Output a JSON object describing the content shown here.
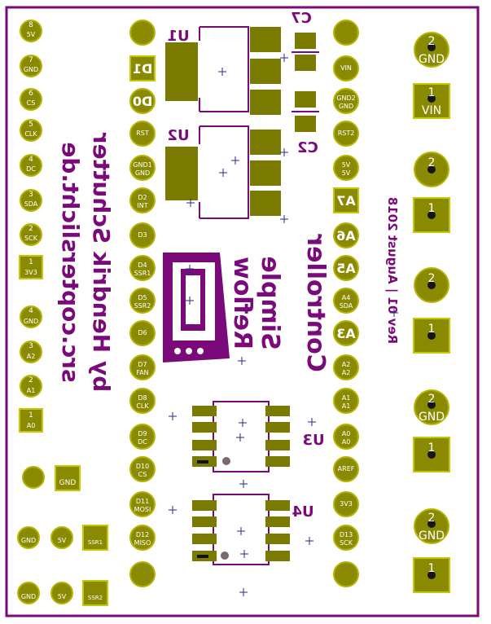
{
  "colors": {
    "outline": "#7a0a7a",
    "pad": "#8a8a00",
    "silk": "#7a0a7a",
    "hole": "#161616",
    "cross": "#2a2a8a"
  },
  "board_text": {
    "credit_line1": "by Hendrik Schutter",
    "credit_line2": "src.copterslicht.de",
    "title_line1": "Simple",
    "title_line2": "Reflow",
    "title_line3": "Controller",
    "rev": "Rev 01 | August 2018"
  },
  "refdes": {
    "u1": "U1",
    "u2": "U2",
    "u3": "U3",
    "u4": "U4",
    "c7": "C7",
    "c2": "C2"
  },
  "left_header": [
    {
      "n": "8",
      "l": "5V"
    },
    {
      "n": "7",
      "l": "GND"
    },
    {
      "n": "6",
      "l": "CS"
    },
    {
      "n": "5",
      "l": "CLK"
    },
    {
      "n": "4",
      "l": "DC"
    },
    {
      "n": "3",
      "l": "SDA"
    },
    {
      "n": "2",
      "l": "SCK"
    },
    {
      "n": "1",
      "l": "3V3"
    }
  ],
  "left_header2": [
    {
      "n": "4",
      "l": "GND"
    },
    {
      "n": "3",
      "l": "A2"
    },
    {
      "n": "2",
      "l": "A1"
    },
    {
      "n": "1",
      "l": "A0"
    }
  ],
  "nano_left": [
    {
      "big": "",
      "l": ""
    },
    {
      "big": "D1",
      "l": ""
    },
    {
      "big": "D0",
      "l": ""
    },
    {
      "big": "",
      "l": "RST"
    },
    {
      "big": "",
      "l": "GND1 GND"
    },
    {
      "big": "",
      "l": "D2 INT"
    },
    {
      "big": "",
      "l": "D3"
    },
    {
      "big": "",
      "l": "D4 SSR1"
    },
    {
      "big": "",
      "l": "D5 SSR2"
    },
    {
      "big": "",
      "l": "D6"
    },
    {
      "big": "",
      "l": "D7 FAN"
    },
    {
      "big": "",
      "l": "D8 CLK"
    },
    {
      "big": "",
      "l": "D9 DC"
    },
    {
      "big": "",
      "l": "D10 CS"
    },
    {
      "big": "",
      "l": "D11 MOSI"
    },
    {
      "big": "",
      "l": "D12 MISO"
    },
    {
      "big": "",
      "l": ""
    }
  ],
  "nano_right": [
    {
      "big": "",
      "l": ""
    },
    {
      "big": "",
      "l": "VIN"
    },
    {
      "big": "",
      "l": "GND2 GND"
    },
    {
      "big": "",
      "l": "RST2"
    },
    {
      "big": "",
      "l": "5V 5V"
    },
    {
      "big": "A7",
      "l": ""
    },
    {
      "big": "A6",
      "l": ""
    },
    {
      "big": "A5",
      "l": ""
    },
    {
      "big": "",
      "l": "A4 SDA"
    },
    {
      "big": "A3",
      "l": ""
    },
    {
      "big": "",
      "l": "A2 A2"
    },
    {
      "big": "",
      "l": "A1 A1"
    },
    {
      "big": "",
      "l": "A0 A0"
    },
    {
      "big": "",
      "l": "AREF"
    },
    {
      "big": "",
      "l": "3V3"
    },
    {
      "big": "",
      "l": "D13 SCK"
    },
    {
      "big": "",
      "l": ""
    }
  ],
  "terminals": [
    {
      "n": "2",
      "l": "GND"
    },
    {
      "n": "1",
      "l": "VIN"
    },
    {
      "n": "2",
      "l": ""
    },
    {
      "n": "1",
      "l": ""
    },
    {
      "n": "2",
      "l": ""
    },
    {
      "n": "1",
      "l": ""
    },
    {
      "n": "2",
      "l": "GND"
    },
    {
      "n": "1",
      "l": ""
    },
    {
      "n": "2",
      "l": "GND"
    },
    {
      "n": "1",
      "l": ""
    }
  ],
  "misc_pads": {
    "gnd_pad": "GND",
    "row1": [
      "GND",
      "5V",
      "SSR1"
    ],
    "row2": [
      "GND",
      "5V",
      "SSR2"
    ]
  }
}
